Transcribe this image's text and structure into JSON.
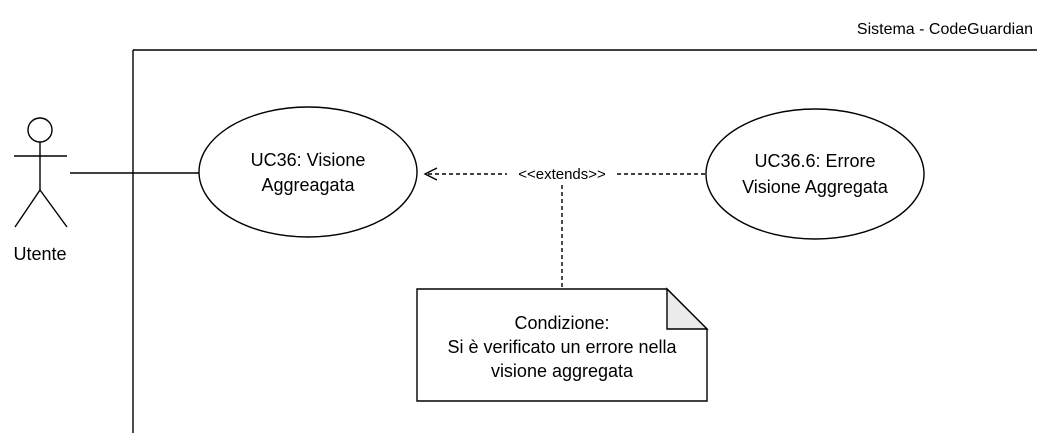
{
  "system": {
    "title": "Sistema - CodeGuardian"
  },
  "actor": {
    "name": "Utente"
  },
  "use_cases": {
    "main": {
      "line1": "UC36: Visione",
      "line2": "Aggreagata"
    },
    "extension": {
      "line1": "UC36.6: Errore",
      "line2": "Visione Aggregata"
    }
  },
  "relation": {
    "label": "<<extends>>"
  },
  "note": {
    "line1": "Condizione:",
    "line2": "Si è verificato un errore nella",
    "line3": "visione aggregata"
  }
}
